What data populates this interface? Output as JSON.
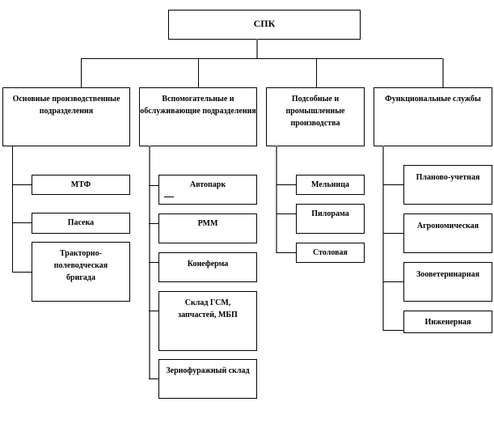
{
  "root": {
    "label": "СПК"
  },
  "groups": [
    {
      "label": "Основные производственные подразделения",
      "children": [
        "МТФ",
        "Пасека",
        "Тракторно-полеводческая бригада"
      ]
    },
    {
      "label": "Вспомогательные и обслуживающие подразделения",
      "children": [
        "Автопарк",
        "РММ",
        "Конеферма",
        "Склад ГСМ, запчастей, МБП",
        "Зернофуражный склад"
      ]
    },
    {
      "label": "Подсобные и промышленные производства",
      "children": [
        "Мельница",
        "Пилорама",
        "Столовая"
      ]
    },
    {
      "label": "Функциональные службы",
      "children": [
        "Планово-учетная",
        "Агрономическая",
        "Зооветеринарная",
        "Инженерная"
      ]
    }
  ]
}
